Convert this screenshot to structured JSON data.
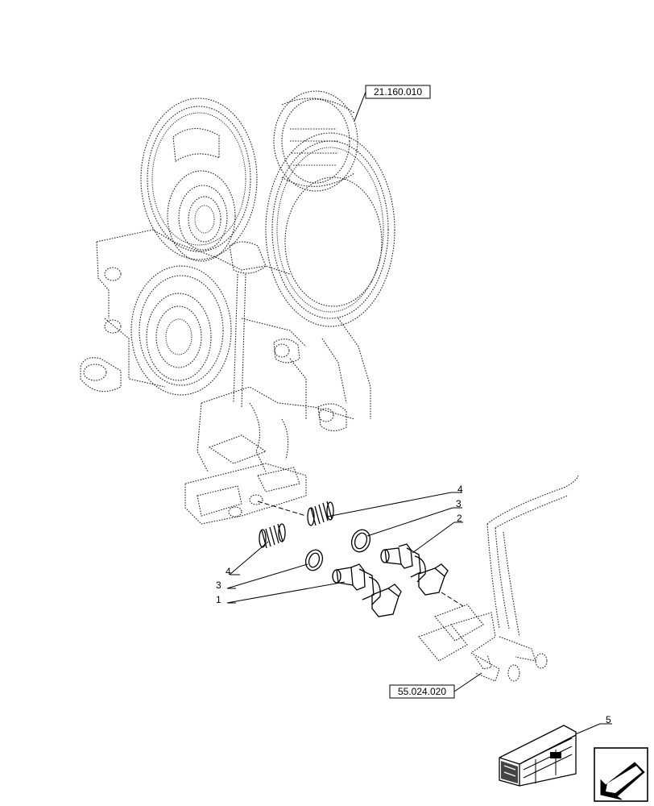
{
  "references": {
    "top": "21.160.010",
    "bottom": "55.024.020"
  },
  "callouts": {
    "c1": "1",
    "c2": "2",
    "c3_right": "3",
    "c4_right": "4",
    "c4_left": "4",
    "c3_left": "3",
    "c5": "5"
  },
  "icons": {
    "crate": "crate-icon",
    "navigation": "arrow-next-page-icon"
  }
}
